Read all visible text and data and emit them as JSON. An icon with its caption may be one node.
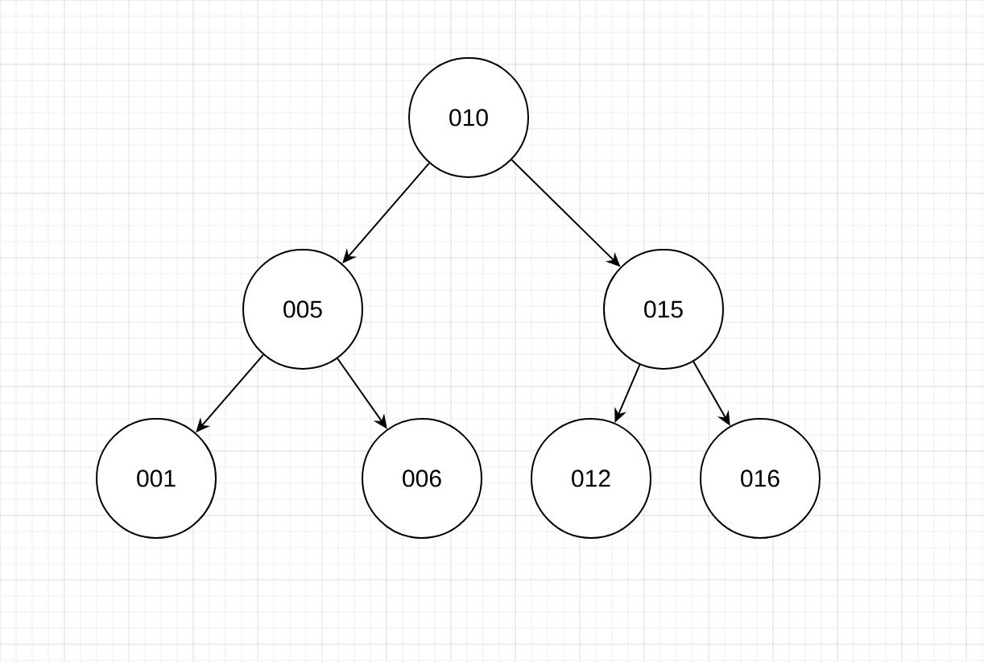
{
  "diagram": {
    "nodes": [
      {
        "text": [
          "010"
        ]
      },
      {
        "text": [
          "005"
        ]
      },
      {
        "text": [
          "015"
        ]
      },
      {
        "text": [
          "001"
        ]
      },
      {
        "text": [
          "006"
        ]
      },
      {
        "text": [
          "012"
        ]
      },
      {
        "text": [
          "016"
        ]
      }
    ],
    "edges": [
      {
        "from": 0,
        "to": 1,
        "arrow": "to"
      },
      {
        "from": 0,
        "to": 2,
        "arrow": "to"
      },
      {
        "from": 1,
        "to": 3,
        "arrow": "to"
      },
      {
        "from": 1,
        "to": 4,
        "arrow": "to"
      },
      {
        "from": 2,
        "to": 5,
        "arrow": "to"
      },
      {
        "from": 2,
        "to": 6,
        "arrow": "to"
      }
    ]
  }
}
